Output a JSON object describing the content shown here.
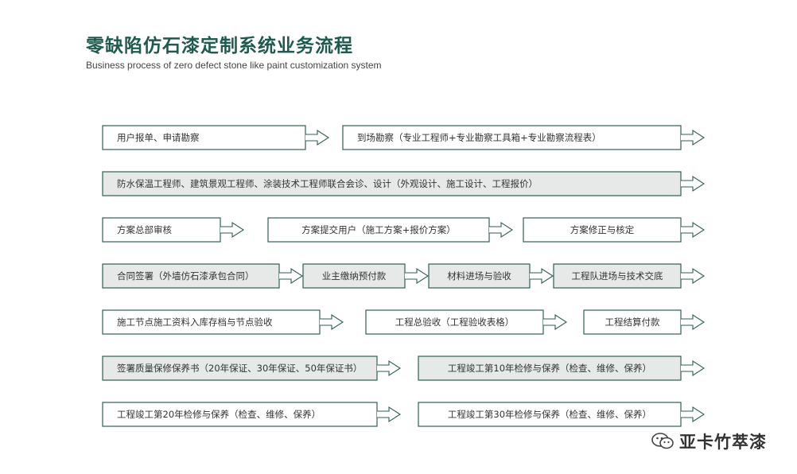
{
  "title": "零缺陷仿石漆定制系统业务流程",
  "subtitle": "Business process of zero defect stone like paint customization system",
  "watermark": "亚卡竹萃漆",
  "colors": {
    "border": "#2f5f55",
    "shaded": "#e6e9e8",
    "title": "#1f5a4f"
  },
  "steps": [
    {
      "row": 0,
      "label": "用户报单、申请勘察",
      "shaded": false
    },
    {
      "row": 0,
      "label": "到场勘察（专业工程师+专业勘察工具箱+专业勘察流程表）",
      "shaded": false
    },
    {
      "row": 1,
      "label": "防水保温工程师、建筑景观工程师、涂装技术工程师联合会诊、设计（外观设计、施工设计、工程报价）",
      "shaded": true
    },
    {
      "row": 2,
      "label": "方案总部审核",
      "shaded": false
    },
    {
      "row": 2,
      "label": "方案提交用户（施工方案+报价方案）",
      "shaded": false
    },
    {
      "row": 2,
      "label": "方案修正与核定",
      "shaded": false
    },
    {
      "row": 3,
      "label": "合同签署（外墙仿石漆承包合同）",
      "shaded": true
    },
    {
      "row": 3,
      "label": "业主缴纳预付款",
      "shaded": true
    },
    {
      "row": 3,
      "label": "材料进场与验收",
      "shaded": true
    },
    {
      "row": 3,
      "label": "工程队进场与技术交底",
      "shaded": true
    },
    {
      "row": 4,
      "label": "施工节点施工资料入库存档与节点验收",
      "shaded": false
    },
    {
      "row": 4,
      "label": "工程总验收（工程验收表格）",
      "shaded": false
    },
    {
      "row": 4,
      "label": "工程结算付款",
      "shaded": false
    },
    {
      "row": 5,
      "label": "签署质量保修保养书（20年保证、30年保证、50年保证书）",
      "shaded": true
    },
    {
      "row": 5,
      "label": "工程竣工第10年检修与保养（检查、维修、保养）",
      "shaded": true
    },
    {
      "row": 6,
      "label": "工程竣工第20年检修与保养（检查、维修、保养）",
      "shaded": false
    },
    {
      "row": 6,
      "label": "工程竣工第30年检修与保养（检查、维修、保养）",
      "shaded": false
    }
  ]
}
